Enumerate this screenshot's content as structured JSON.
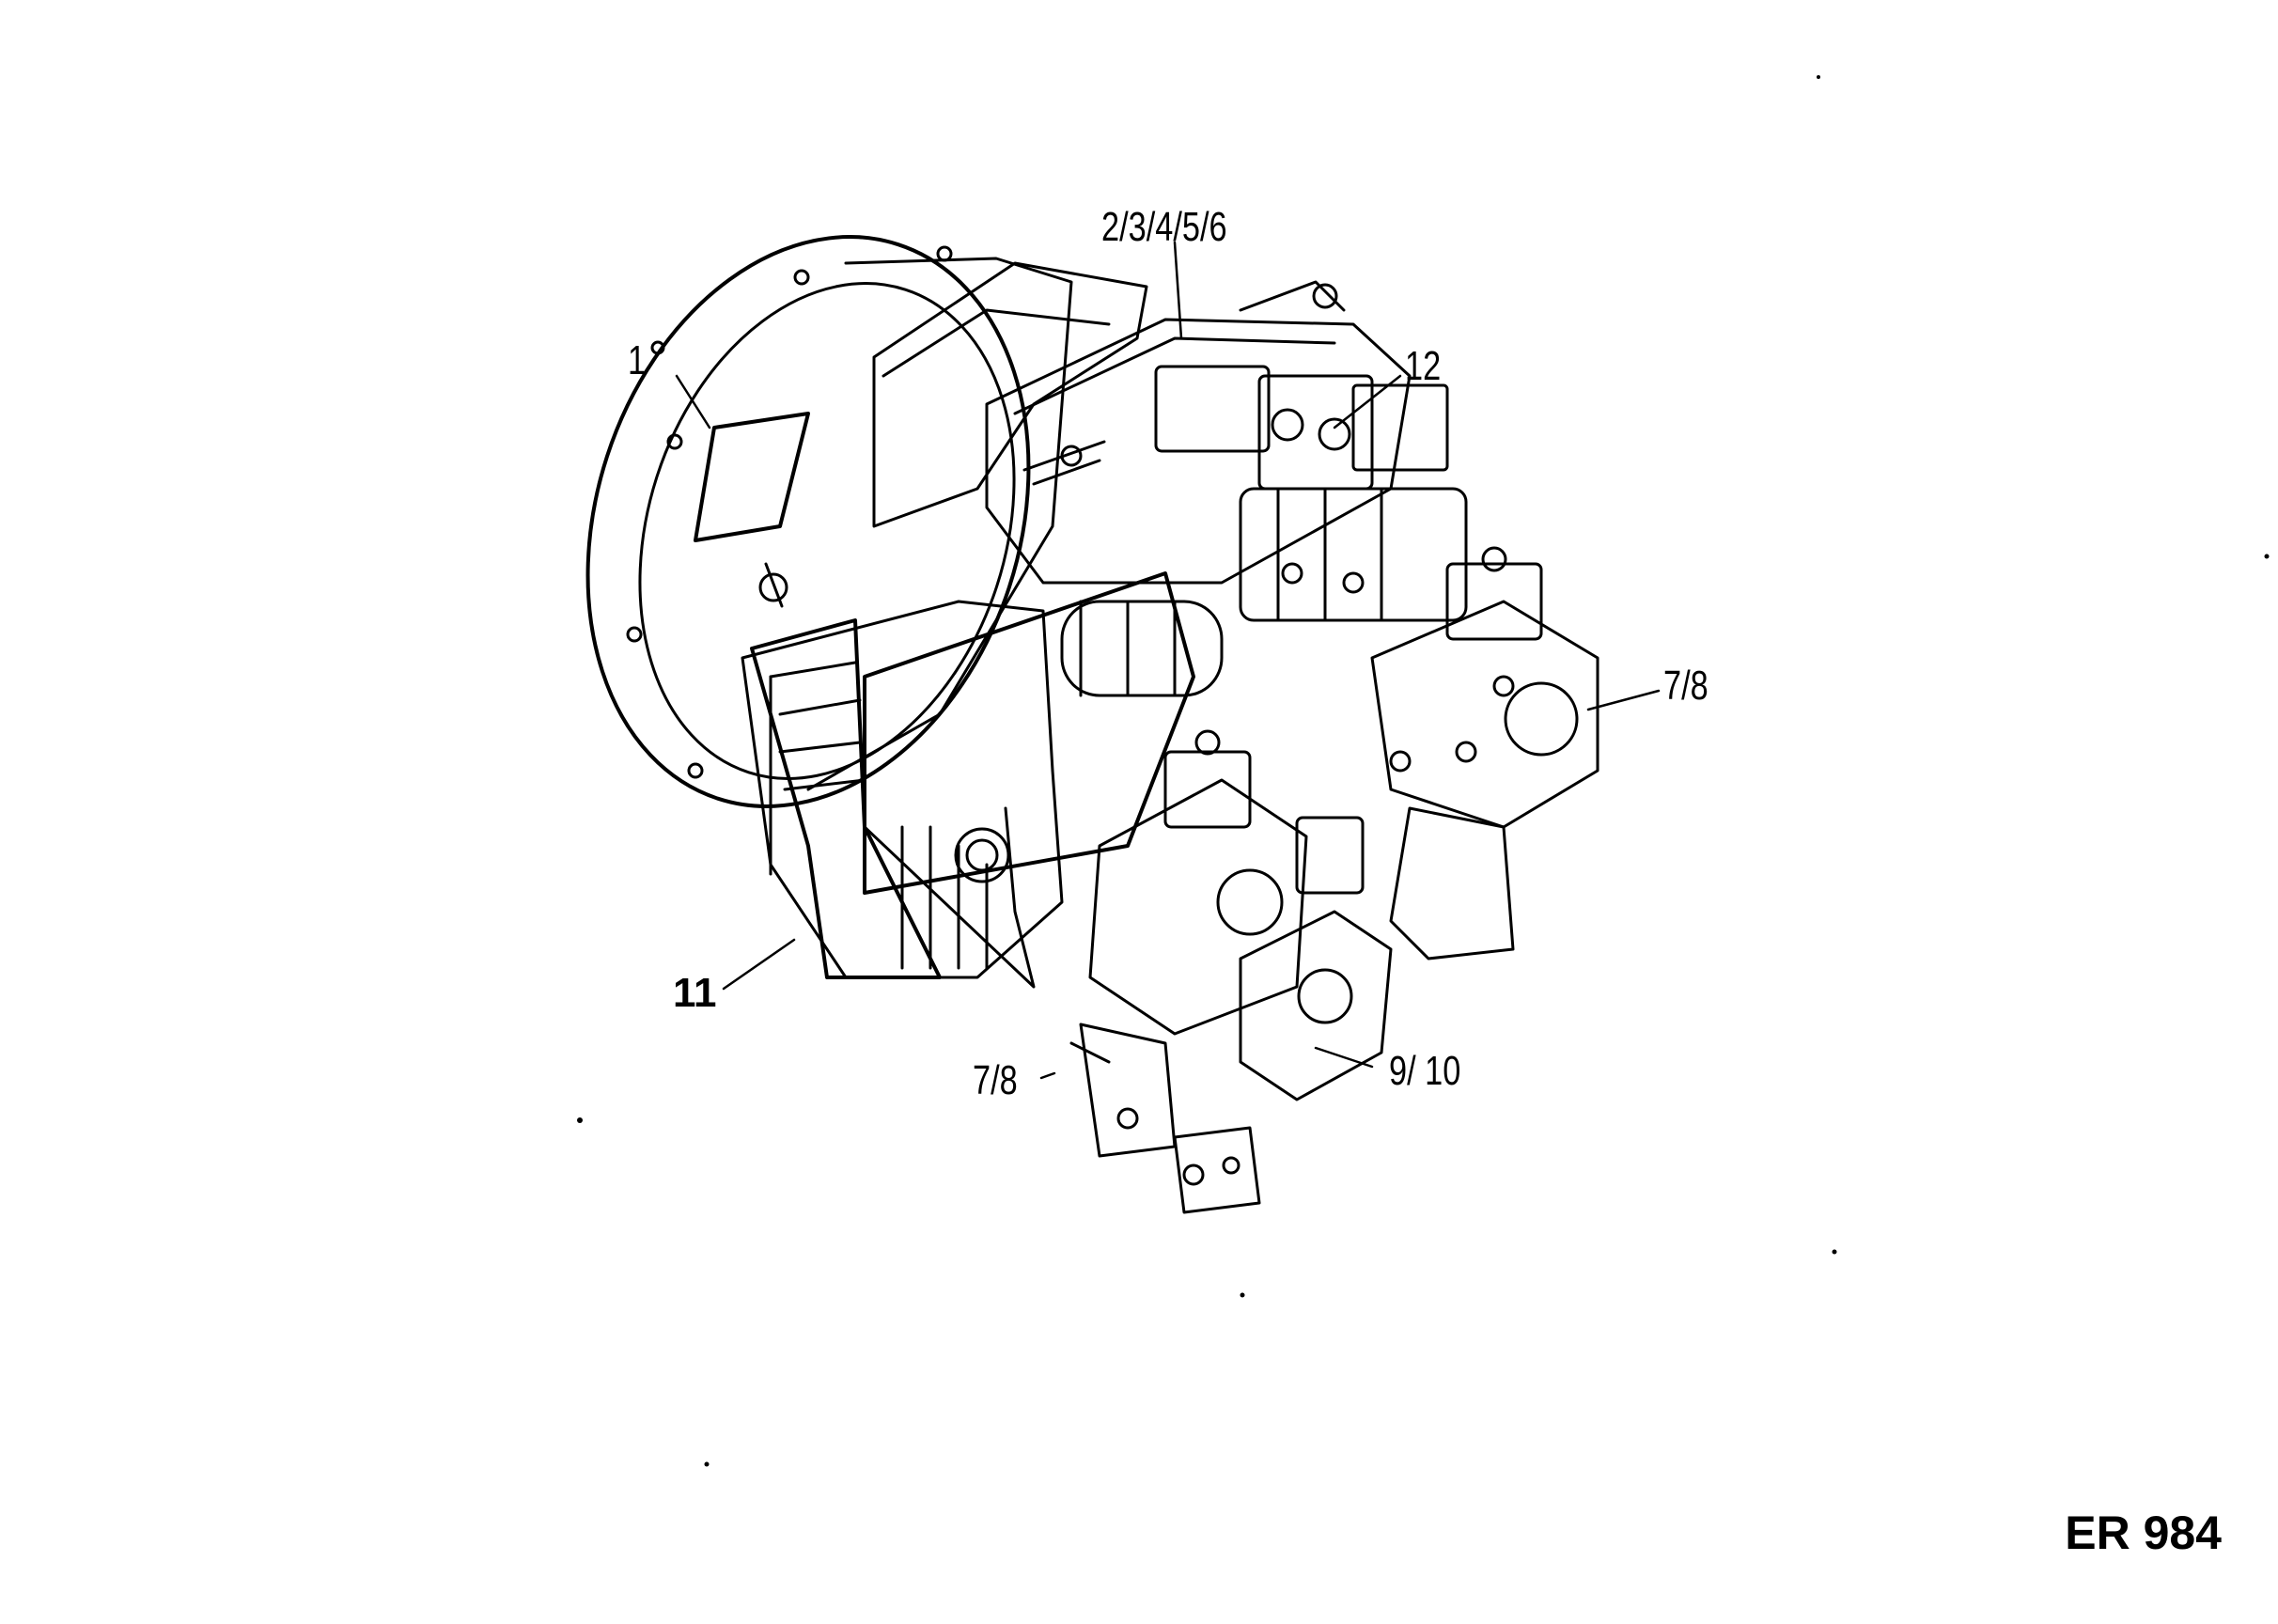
{
  "callouts": {
    "part_1": "1",
    "parts_2_6": "2/3/4/5/6",
    "part_12": "12",
    "parts_7_8_right": "7/8",
    "part_11": "11",
    "parts_7_8_lower": "7/8",
    "parts_9_10": "9/ 10"
  },
  "document_code": "ER 984"
}
